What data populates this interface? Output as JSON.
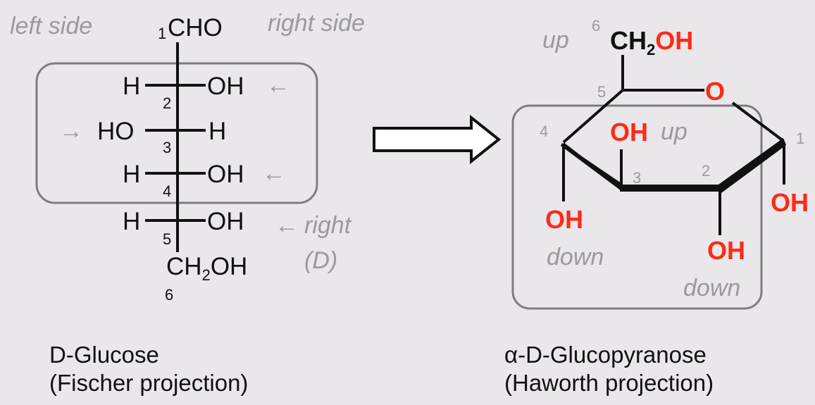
{
  "fischer": {
    "left_label": "left side",
    "right_label": "right side",
    "c1_num": "1",
    "c1_group": "CHO",
    "rows": [
      {
        "num": "2",
        "left": "H",
        "right": "OH"
      },
      {
        "num": "3",
        "left": "HO",
        "right": "H"
      },
      {
        "num": "4",
        "left": "H",
        "right": "OH"
      },
      {
        "num": "5",
        "left": "H",
        "right": "OH"
      }
    ],
    "c6_ch": "CH",
    "c6_sub": "2",
    "c6_oh": "OH",
    "c6_num": "6",
    "arrow_glyph": "←",
    "arrow_right_glyph": "→",
    "right_note": "right",
    "d_note": "(D)",
    "caption_line1": "D-Glucose",
    "caption_line2": "(Fischer projection)"
  },
  "haworth": {
    "up_label": "up",
    "c6_num": "6",
    "c6_ch": "CH",
    "c6_sub": "2",
    "c6_oh": "OH",
    "ring_oxygen": "O",
    "nums": [
      "1",
      "2",
      "3",
      "4",
      "5"
    ],
    "oh_label": "OH",
    "up_inner": "up",
    "down_left": "down",
    "down_right": "down",
    "caption_line1": "α-D-Glucopyranose",
    "caption_line2": "(Haworth projection)"
  },
  "colors": {
    "background": "#e9e7ea",
    "red": "#ff2a16",
    "gray": "#9a999b",
    "box": "#7d7c7e"
  }
}
